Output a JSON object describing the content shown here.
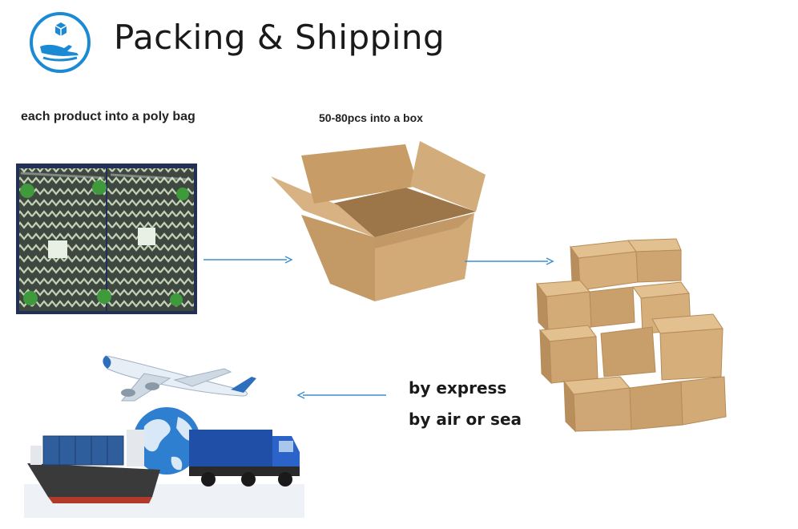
{
  "header": {
    "title": "Packing & Shipping",
    "logo_icon": "hand-plane-package-icon"
  },
  "steps": [
    {
      "label": "each product into a poly bag",
      "image": "poly-bag-photo"
    },
    {
      "label": "50-80pcs into a box",
      "image": "open-carton-photo"
    },
    {
      "image": "stacked-cartons-photo"
    }
  ],
  "shipping": {
    "line1": "by express",
    "line2": "by air or sea",
    "image": "plane-ship-truck-globe-photo"
  },
  "colors": {
    "accent": "#1a8ad4",
    "arrow": "#3e8fcf",
    "cardboard": "#cfa675"
  }
}
